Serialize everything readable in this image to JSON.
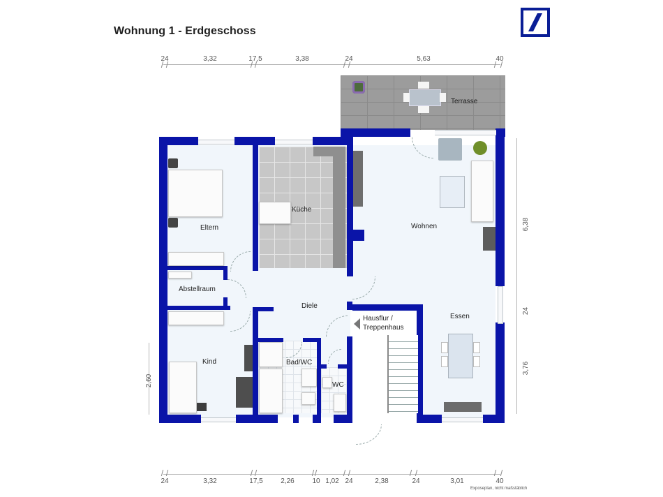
{
  "header": {
    "title": "Wohnung 1 - Erdgeschoss",
    "logo": "deutsche-bank-logo",
    "brand_color": "#0a1e96"
  },
  "colors": {
    "walls": "#0a14a8",
    "floor": "#f1f6fb",
    "terrace": "#9c9c9c",
    "kitchen_tile": "#c7c7c7"
  },
  "dimensions_top": [
    "24",
    "3,32",
    "17,5",
    "3,38",
    "24",
    "5,63",
    "40"
  ],
  "dimensions_bottom": [
    "24",
    "3,32",
    "17,5",
    "2,26",
    "10",
    "1,02",
    "24",
    "2,38",
    "24",
    "3,01",
    "40"
  ],
  "dimensions_right": [
    "6,38",
    "24",
    "3,76"
  ],
  "dimensions_left": [
    "2,60"
  ],
  "rooms": {
    "terrasse": "Terrasse",
    "eltern": "Eltern",
    "kueche": "Küche",
    "wohnen": "Wohnen",
    "abstellraum": "Abstellraum",
    "diele": "Diele",
    "kind": "Kind",
    "bad": "Bad/WC",
    "wc": "WC",
    "hausflur_line1": "Hausflur /",
    "hausflur_line2": "Treppenhaus",
    "essen": "Essen"
  },
  "footer": {
    "note": "Exposeplan, nicht maßstäblich"
  }
}
